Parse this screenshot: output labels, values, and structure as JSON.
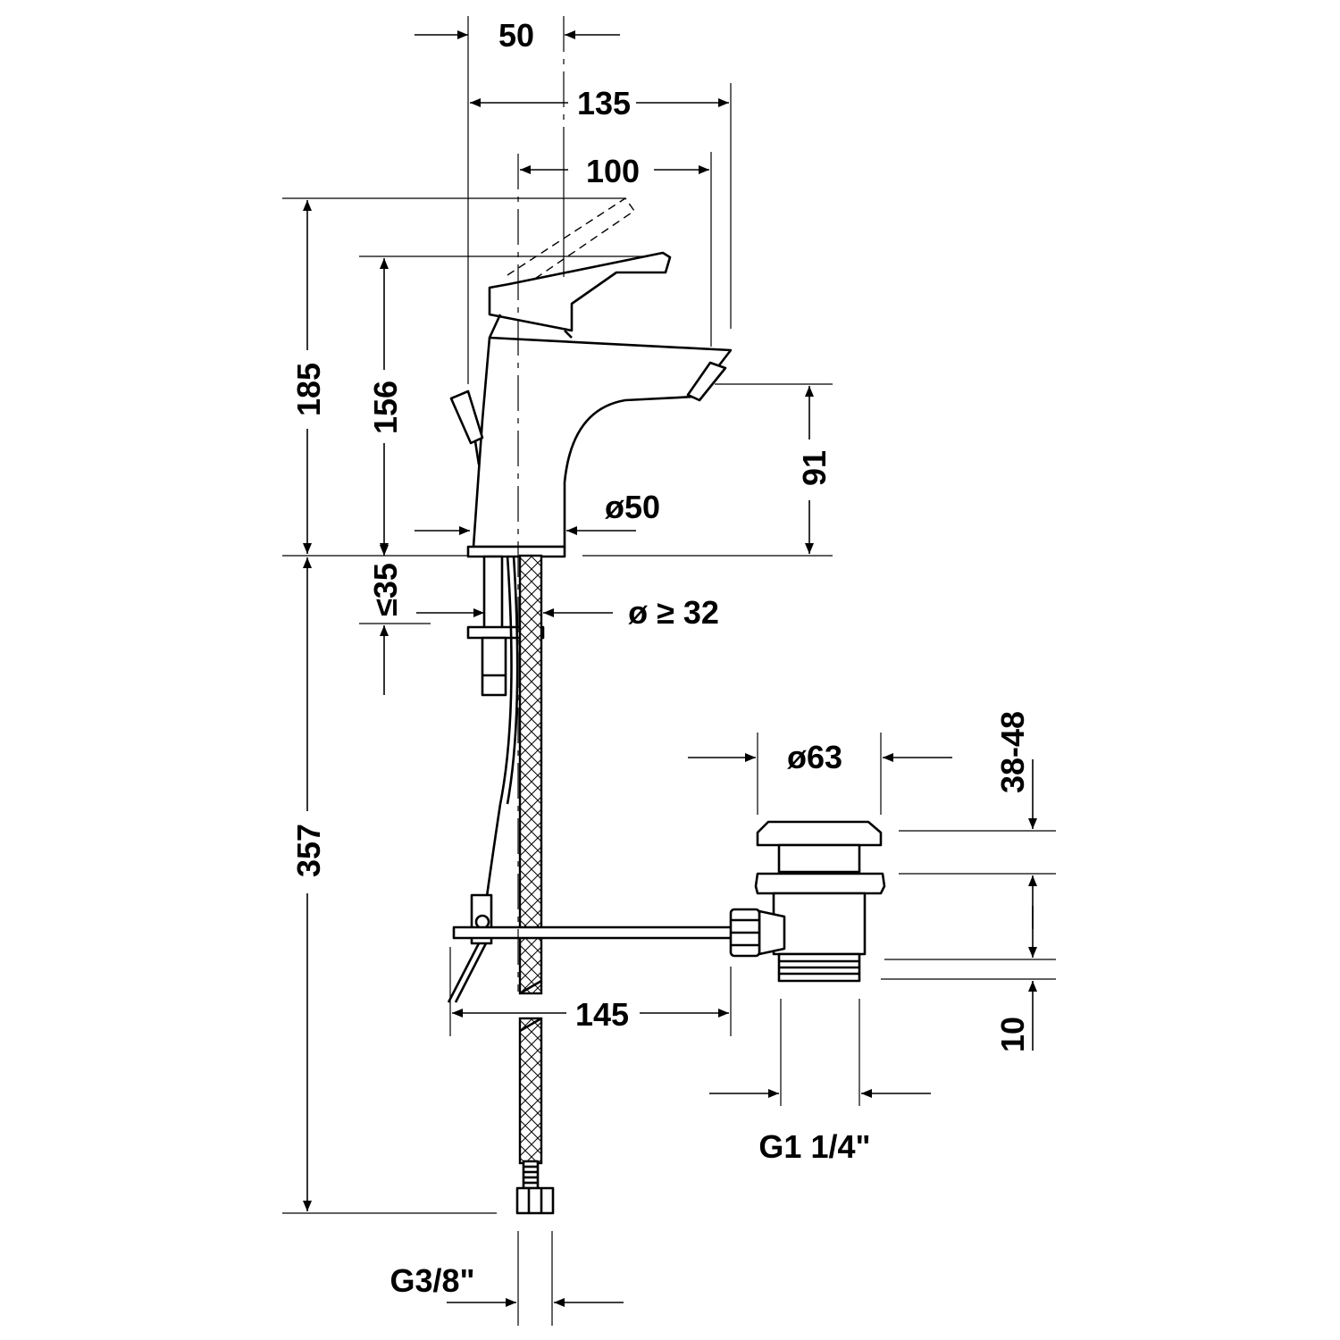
{
  "colors": {
    "line": "#000000",
    "background": "#ffffff"
  },
  "dimensions": {
    "spout_base_width": "50",
    "total_depth": "135",
    "spout_reach": "100",
    "total_height": "185",
    "spout_height": "156",
    "outlet_height": "91",
    "body_diameter": "ø50",
    "deck_thickness": "≤35",
    "hole_diameter": "ø ≥ 32",
    "hose_length": "357",
    "pop_up_rod": "145",
    "waste_diameter": "ø63",
    "basin_thickness": "38-48",
    "thread_length": "10",
    "waste_thread": "G1 1/4\"",
    "hose_thread": "G3/8\""
  }
}
